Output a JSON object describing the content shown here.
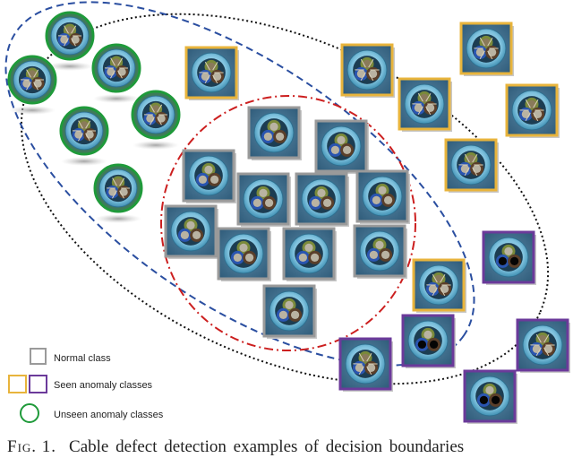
{
  "legend": {
    "normal": "Normal class",
    "seen": "Seen anomaly classes",
    "unseen": "Unseen anomaly classes"
  },
  "caption": {
    "label": "Fig. 1.",
    "text": "Cable defect detection examples of decision boundaries"
  },
  "colors": {
    "normal_frame": "#9a9a9a",
    "seen_frame_yellow": "#e8b43c",
    "seen_frame_purple": "#6b3a9a",
    "unseen_ring": "#1f9a3a",
    "boundary_normal": "#cc1f1f",
    "boundary_seen": "#2a4ea0",
    "boundary_outer": "#111111"
  },
  "samples": {
    "normal": [
      {
        "variant": "normal"
      },
      {
        "variant": "normal"
      },
      {
        "variant": "normal"
      },
      {
        "variant": "normal"
      },
      {
        "variant": "normal"
      },
      {
        "variant": "normal"
      },
      {
        "variant": "normal"
      },
      {
        "variant": "normal"
      },
      {
        "variant": "normal"
      },
      {
        "variant": "normal"
      },
      {
        "variant": "normal"
      },
      {
        "variant": "normal"
      },
      {
        "variant": "normal"
      }
    ],
    "seen_yellow": [
      {
        "variant": "defect"
      },
      {
        "variant": "defect"
      },
      {
        "variant": "defect"
      },
      {
        "variant": "defect"
      },
      {
        "variant": "defect"
      },
      {
        "variant": "defect"
      },
      {
        "variant": "defect"
      }
    ],
    "seen_purple": [
      {
        "variant": "missing"
      },
      {
        "variant": "missing"
      },
      {
        "variant": "defect"
      },
      {
        "variant": "defect"
      },
      {
        "variant": "missing"
      }
    ],
    "unseen": [
      {
        "variant": "defect"
      },
      {
        "variant": "defect"
      },
      {
        "variant": "defect"
      },
      {
        "variant": "defect"
      },
      {
        "variant": "defect"
      },
      {
        "variant": "defect"
      }
    ]
  }
}
